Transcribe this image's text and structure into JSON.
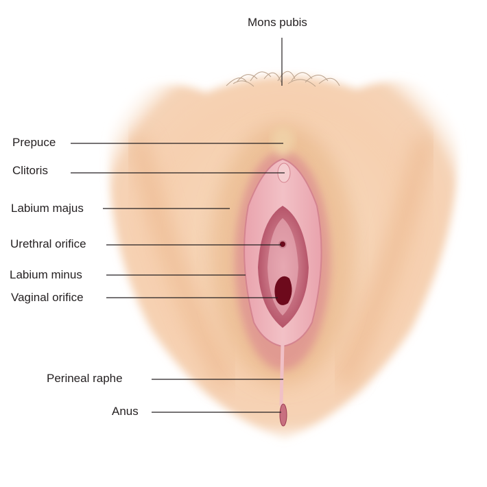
{
  "labels": {
    "mons_pubis": "Mons pubis",
    "prepuce": "Prepuce",
    "clitoris": "Clitoris",
    "labium_majus": "Labium majus",
    "urethral_orifice": "Urethral orifice",
    "labium_minus": "Labium minus",
    "vaginal_orifice": "Vaginal orifice",
    "perineal_raphe": "Perineal raphe",
    "anus": "Anus"
  },
  "colors": {
    "skin": "#f6d2b4",
    "skin_shadow": "#e9b184",
    "mucosa": "#d98a98",
    "inner": "#b9546a",
    "orifice": "#6d0a1c"
  }
}
